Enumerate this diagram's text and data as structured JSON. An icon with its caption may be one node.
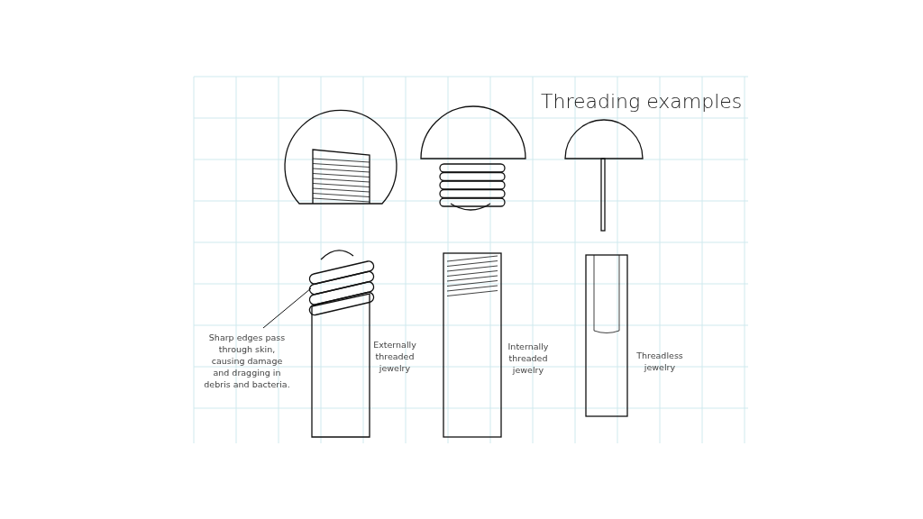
{
  "diagram": {
    "title": "Threading examples",
    "nodes": [
      {
        "text": [
          "Sharp edges pass through skin, causing damage and dragging in debris and bacteria."
        ]
      },
      {
        "text": [],
        "shape": "picture"
      }
    ],
    "edges": [
      {
        "from": 0,
        "to": 1,
        "arrow": "none"
      }
    ],
    "labels": [
      "Externally threaded jewelry",
      "Internally threaded jewelry",
      "Threadless jewelry"
    ]
  }
}
